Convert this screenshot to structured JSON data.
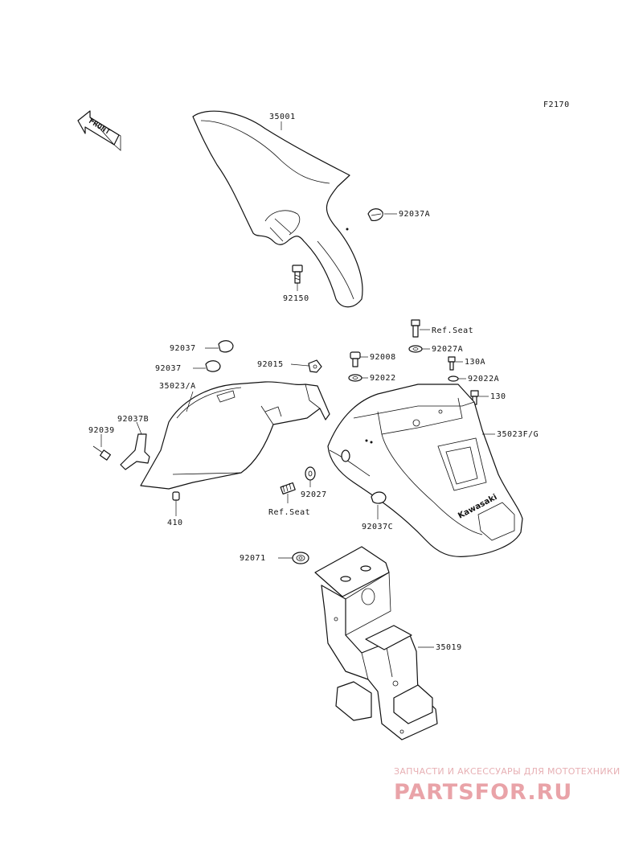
{
  "figure_code": "F2170",
  "front_label": "FRONT",
  "brand_mark": "Kawasaki",
  "parts": {
    "p35001": "35001",
    "p92037A": "92037A",
    "p92150": "92150",
    "p92037_1": "92037",
    "p92037_2": "92037",
    "p92015": "92015",
    "p35023A": "35023/A",
    "p92037B": "92037B",
    "p92039": "92039",
    "p410": "410",
    "refseat_top": "Ref.Seat",
    "p92027A": "92027A",
    "p92008": "92008",
    "p92022": "92022",
    "p130A": "130A",
    "p92022A": "92022A",
    "p130": "130",
    "p35023FG": "35023F/G",
    "p92027": "92027",
    "refseat_mid": "Ref.Seat",
    "p92037C": "92037C",
    "p92071": "92071",
    "p35019": "35019"
  },
  "watermark": {
    "line1": "ЗАПЧАСТИ И АКСЕССУАРЫ ДЛЯ МОТОТЕХНИКИ",
    "line2": "PARTSFOR.RU"
  },
  "colors": {
    "line": "#111111",
    "watermark": "#e9a3a8"
  }
}
